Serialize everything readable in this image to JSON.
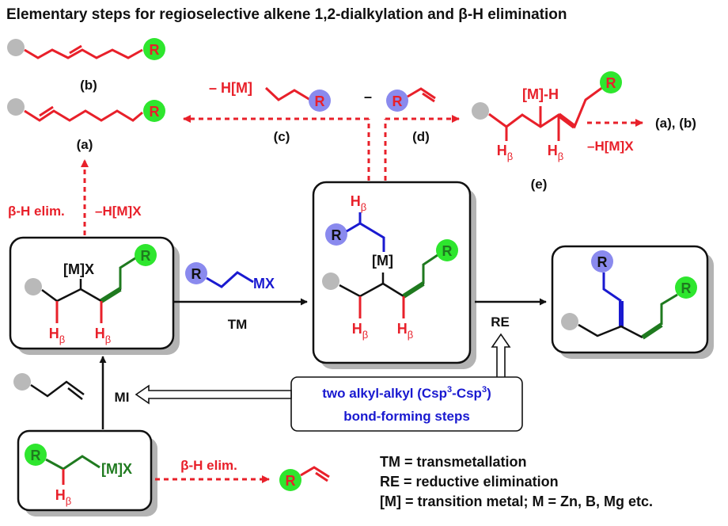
{
  "title": "Elementary steps for regioselective alkene 1,2-dialkylation and β-H elimination",
  "colors": {
    "red": "#e8202a",
    "blue": "#1a1ad0",
    "green": "#1f7a1f",
    "black": "#111111",
    "grey_ball": "#b9b9b9",
    "green_ball": "#2ee62e",
    "blue_ball": "#8a8aee",
    "box_shadow": "#b3b3b3"
  },
  "labels": {
    "R": "R",
    "M_bracket": "[M]",
    "MX": "[M]X",
    "MX_short": "MX",
    "M_H": "[M]-H",
    "H": "H",
    "beta": "β",
    "minus": "–"
  },
  "compounds": {
    "b_label": "(b)",
    "a_label": "(a)",
    "e_label": "(e)",
    "c_label": "(c)",
    "d_label": "(d)",
    "minus_HM": "– H[M]",
    "minus_HMX": "–H[M]X",
    "a_b_products": "(a), (b)"
  },
  "steps": {
    "beta_elim_vertical": "β-H elim.",
    "minus_HMX_vertical": "–H[M]X",
    "TM": "TM",
    "RE": "RE",
    "MI": "MI",
    "beta_elim_bottom": "β-H elim."
  },
  "callout": {
    "line1_pre": "two alkyl-alkyl (Csp",
    "sup": "3",
    "line1_mid": "-Csp",
    "line1_post": ")",
    "line2": "bond-forming steps"
  },
  "legend": {
    "tm": "TM = transmetallation",
    "re": "RE = reductive elimination",
    "m": "[M] = transition metal; M = Zn, B, Mg etc."
  }
}
